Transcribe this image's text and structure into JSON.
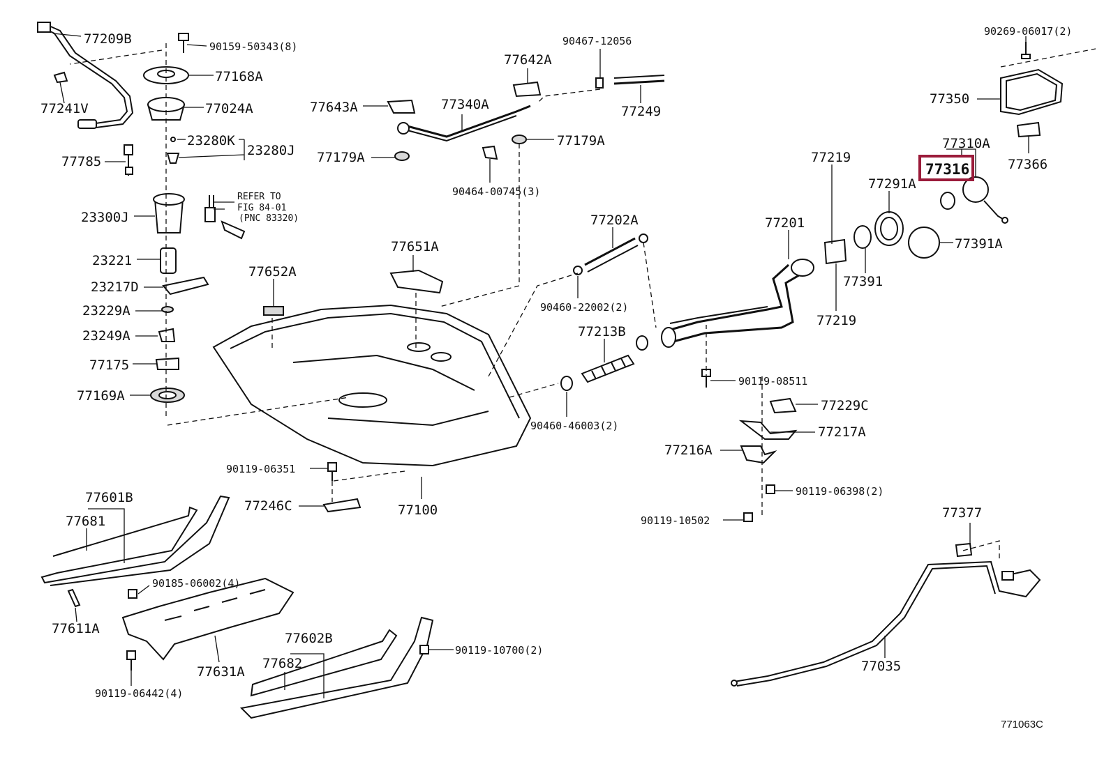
{
  "highlight": {
    "part_number": "77316",
    "color": "#9b1b3a"
  },
  "image_code": "771063C",
  "ref_note": {
    "line1": "REFER TO",
    "line2": "FIG 84-01",
    "line3": "(PNC 83320)"
  },
  "callouts": {
    "c77209B": "77209B",
    "c90159": "90159-50343(8)",
    "c77168A": "77168A",
    "c77241V": "77241V",
    "c77024A": "77024A",
    "c23280K": "23280K",
    "c23280J": "23280J",
    "c77785": "77785",
    "c23300J": "23300J",
    "c23221": "23221",
    "c23217D": "23217D",
    "c23229A": "23229A",
    "c23249A": "23249A",
    "c77175": "77175",
    "c77169A": "77169A",
    "c77642A": "77642A",
    "c90467": "90467-12056",
    "c77643A": "77643A",
    "c77340A": "77340A",
    "c77249": "77249",
    "c77179A_l": "77179A",
    "c77179A_r": "77179A",
    "c90464": "90464-00745(3)",
    "c77202A": "77202A",
    "c77651A": "77651A",
    "c77652A": "77652A",
    "c90460_22002": "90460-22002(2)",
    "c77213B": "77213B",
    "c90460_46003": "90460-46003(2)",
    "c90119_06351": "90119-06351",
    "c77246C": "77246C",
    "c77100": "77100",
    "c77601B": "77601B",
    "c77681": "77681",
    "c90185": "90185-06002(4)",
    "c77611A": "77611A",
    "c77631A": "77631A",
    "c90119_06442": "90119-06442(4)",
    "c77602B": "77602B",
    "c77682": "77682",
    "c90119_10700": "90119-10700(2)",
    "c90269": "90269-06017(2)",
    "c77350": "77350",
    "c77310A": "77310A",
    "c77366": "77366",
    "c77219_top": "77219",
    "c77291A": "77291A",
    "c77201": "77201",
    "c77391A": "77391A",
    "c77391": "77391",
    "c77219_bot": "77219",
    "c90119_08511": "90119-08511",
    "c77229C": "77229C",
    "c77217A": "77217A",
    "c77216A": "77216A",
    "c90119_06398": "90119-06398(2)",
    "c90119_10502": "90119-10502",
    "c77377": "77377",
    "c77035": "77035"
  }
}
